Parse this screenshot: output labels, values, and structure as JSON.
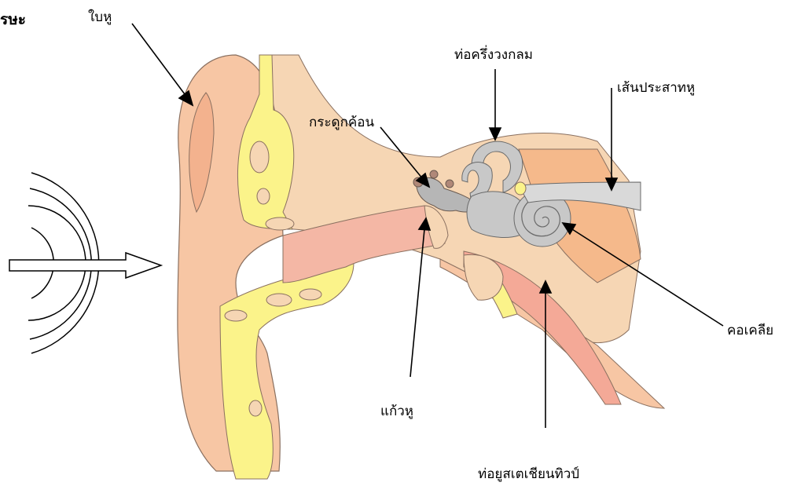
{
  "labels": {
    "cut_heading": "รษะ",
    "pinna": "ใบหู",
    "semicircular_canals": "ท่อครึ่งวงกลม",
    "auditory_nerve": "เส้นประสาทหู",
    "ossicles": "กระดูกค้อน",
    "eardrum": "แก้วหู",
    "cochlea": "คอเคลีย",
    "eustachian_tube": "ท่อยูสเตเชียนทิวป์"
  },
  "colors": {
    "skin": "#f7c6a4",
    "skin_dark": "#f3b28e",
    "canal_pink": "#f4b7a5",
    "cartilage": "#fbf38a",
    "bone": "#f6d6b4",
    "inner_ear_gray": "#c8c8c8",
    "nerve_gray": "#d9d9d9",
    "ossicle_brown": "#b08878",
    "outline": "#8a7060",
    "arrow": "#000000"
  }
}
